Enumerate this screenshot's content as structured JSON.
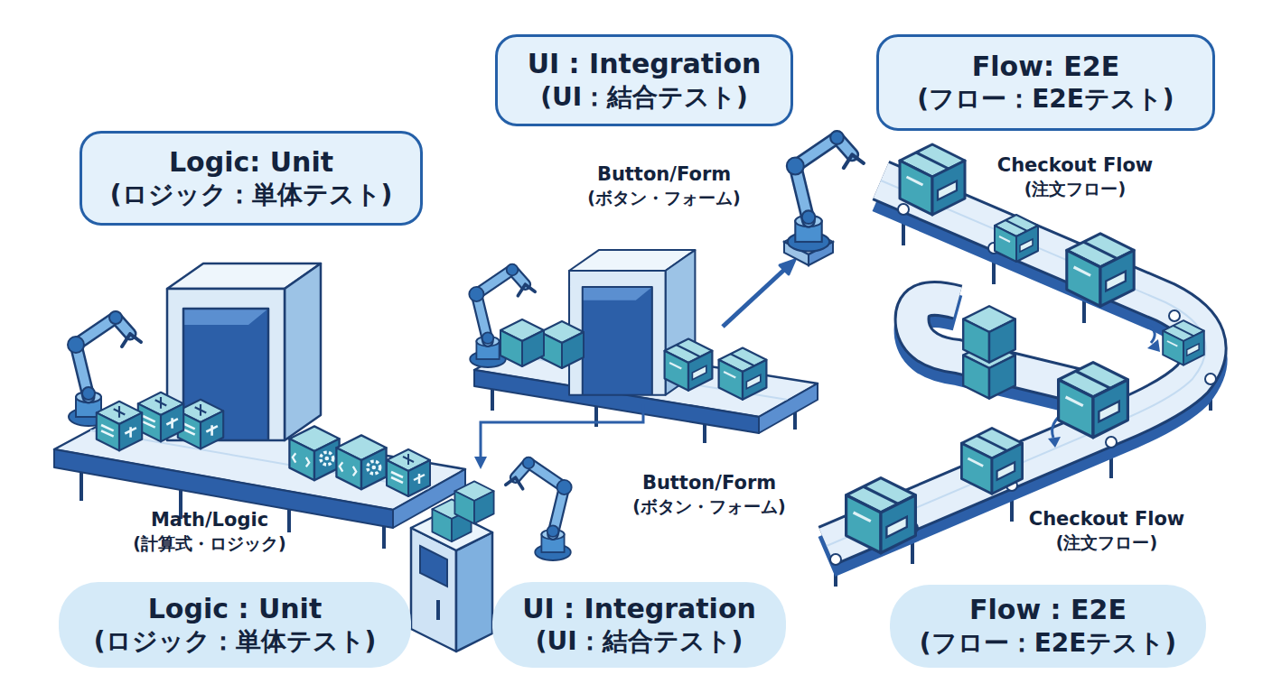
{
  "diagram": {
    "nodes": [
      {
        "text": [
          "Logic: Unit",
          "(ロジック：単体テスト)"
        ]
      },
      {
        "text": [
          "UI : Integration",
          "(UI：結合テスト)"
        ]
      },
      {
        "text": [
          "Flow: E2E",
          "(フロー：E2Eテスト)"
        ]
      },
      {
        "text": [
          "Logic : Unit",
          "(ロジック：単体テスト)"
        ]
      },
      {
        "text": [
          "UI : Integration",
          "(UI：結合テスト)"
        ]
      },
      {
        "text": [
          "Flow : E2E",
          "(フロー：E2Eテスト)"
        ]
      }
    ],
    "labels": [
      "Button/Form",
      "(ボタン・フォーム)",
      "Checkout Flow",
      "(注文フロー)",
      "Math/Logic",
      "(計算式・ロジック)",
      "Button/Form",
      "(ボタン・フォーム)",
      "Checkout Flow",
      "(注文フロー)"
    ]
  }
}
